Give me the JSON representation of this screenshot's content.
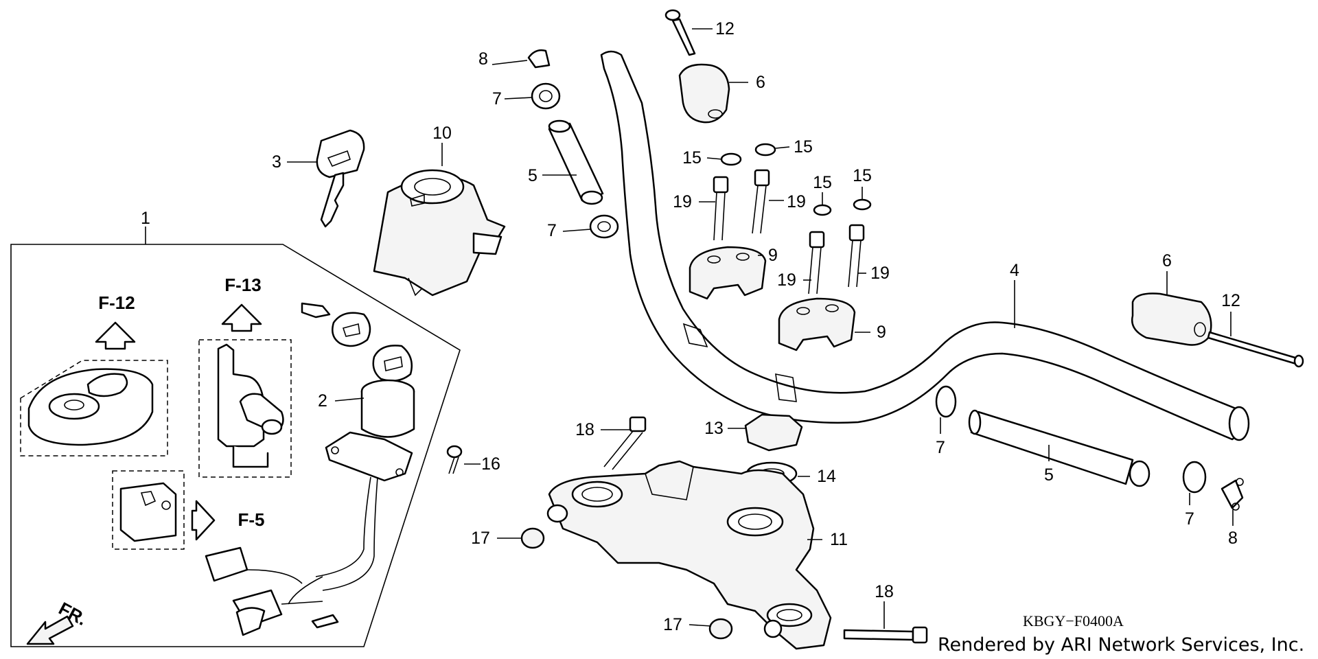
{
  "diagram": {
    "part_labels": {
      "p1": "1",
      "p2": "2",
      "p3": "3",
      "p4": "4",
      "p5a": "5",
      "p5b": "5",
      "p6a": "6",
      "p6b": "6",
      "p7a": "7",
      "p7b": "7",
      "p7c": "7",
      "p7d": "7",
      "p8a": "8",
      "p8b": "8",
      "p9a": "9",
      "p9b": "9",
      "p10": "10",
      "p11": "11",
      "p12a": "12",
      "p12b": "12",
      "p13": "13",
      "p14": "14",
      "p15a": "15",
      "p15b": "15",
      "p15c": "15",
      "p15d": "15",
      "p16": "16",
      "p17a": "17",
      "p17b": "17",
      "p18a": "18",
      "p18b": "18",
      "p19a": "19",
      "p19b": "19",
      "p19c": "19",
      "p19d": "19"
    },
    "ref_labels": {
      "f12": "F-12",
      "f13": "F-13",
      "f5": "F-5"
    },
    "direction_label": "FR.",
    "diagram_code": "KBGY−F0400A",
    "credit": "Rendered by ARI Network Services, Inc."
  }
}
